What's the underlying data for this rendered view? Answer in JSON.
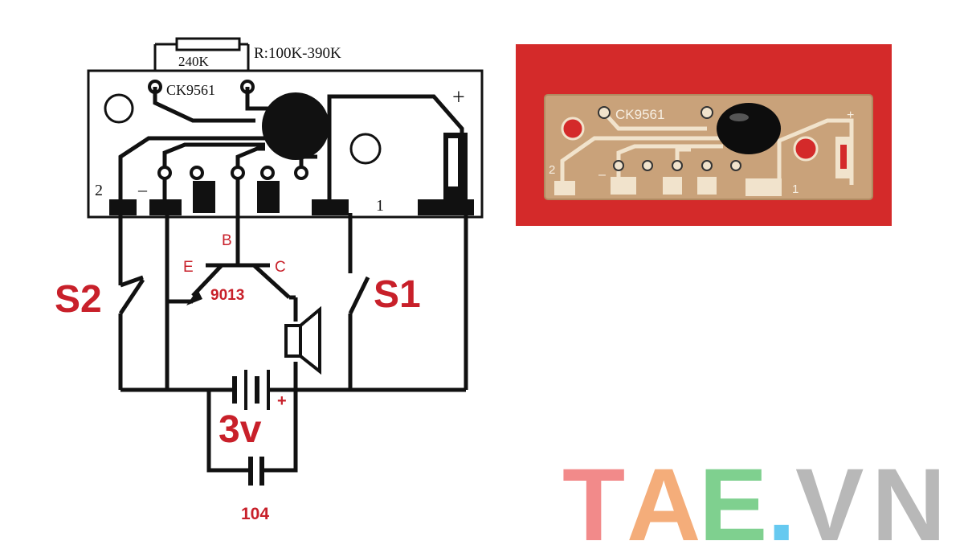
{
  "schematic": {
    "resistor_label": "240K",
    "resistor_range": "R:100K-390K",
    "chip_label": "CK9561",
    "plus_sign": "+",
    "pad_2": "2",
    "pad_minus": "–",
    "pad_1": "1",
    "pin_b": "B",
    "pin_e": "E",
    "pin_c": "C",
    "transistor": "9013",
    "switch_s2": "S2",
    "switch_s1": "S1",
    "battery_voltage": "3v",
    "battery_plus": "+",
    "capacitor": "104"
  },
  "photo": {
    "chip_label": "CK9561",
    "plus_sign": "+",
    "pad_2": "2",
    "pad_minus": "–",
    "pad_1": "1",
    "background_color": "#d42a2a",
    "board_color": "#c9a27a"
  },
  "watermark": {
    "letters": [
      "T",
      "A",
      "E",
      ".",
      "V",
      "N"
    ],
    "colors": [
      "#f28a8a",
      "#f4ad7a",
      "#7fd08f",
      "#66c9f0",
      "#b8b8b8",
      "#b8b8b8"
    ]
  },
  "colors": {
    "label_red": "#c8202a",
    "ink": "#111111"
  }
}
